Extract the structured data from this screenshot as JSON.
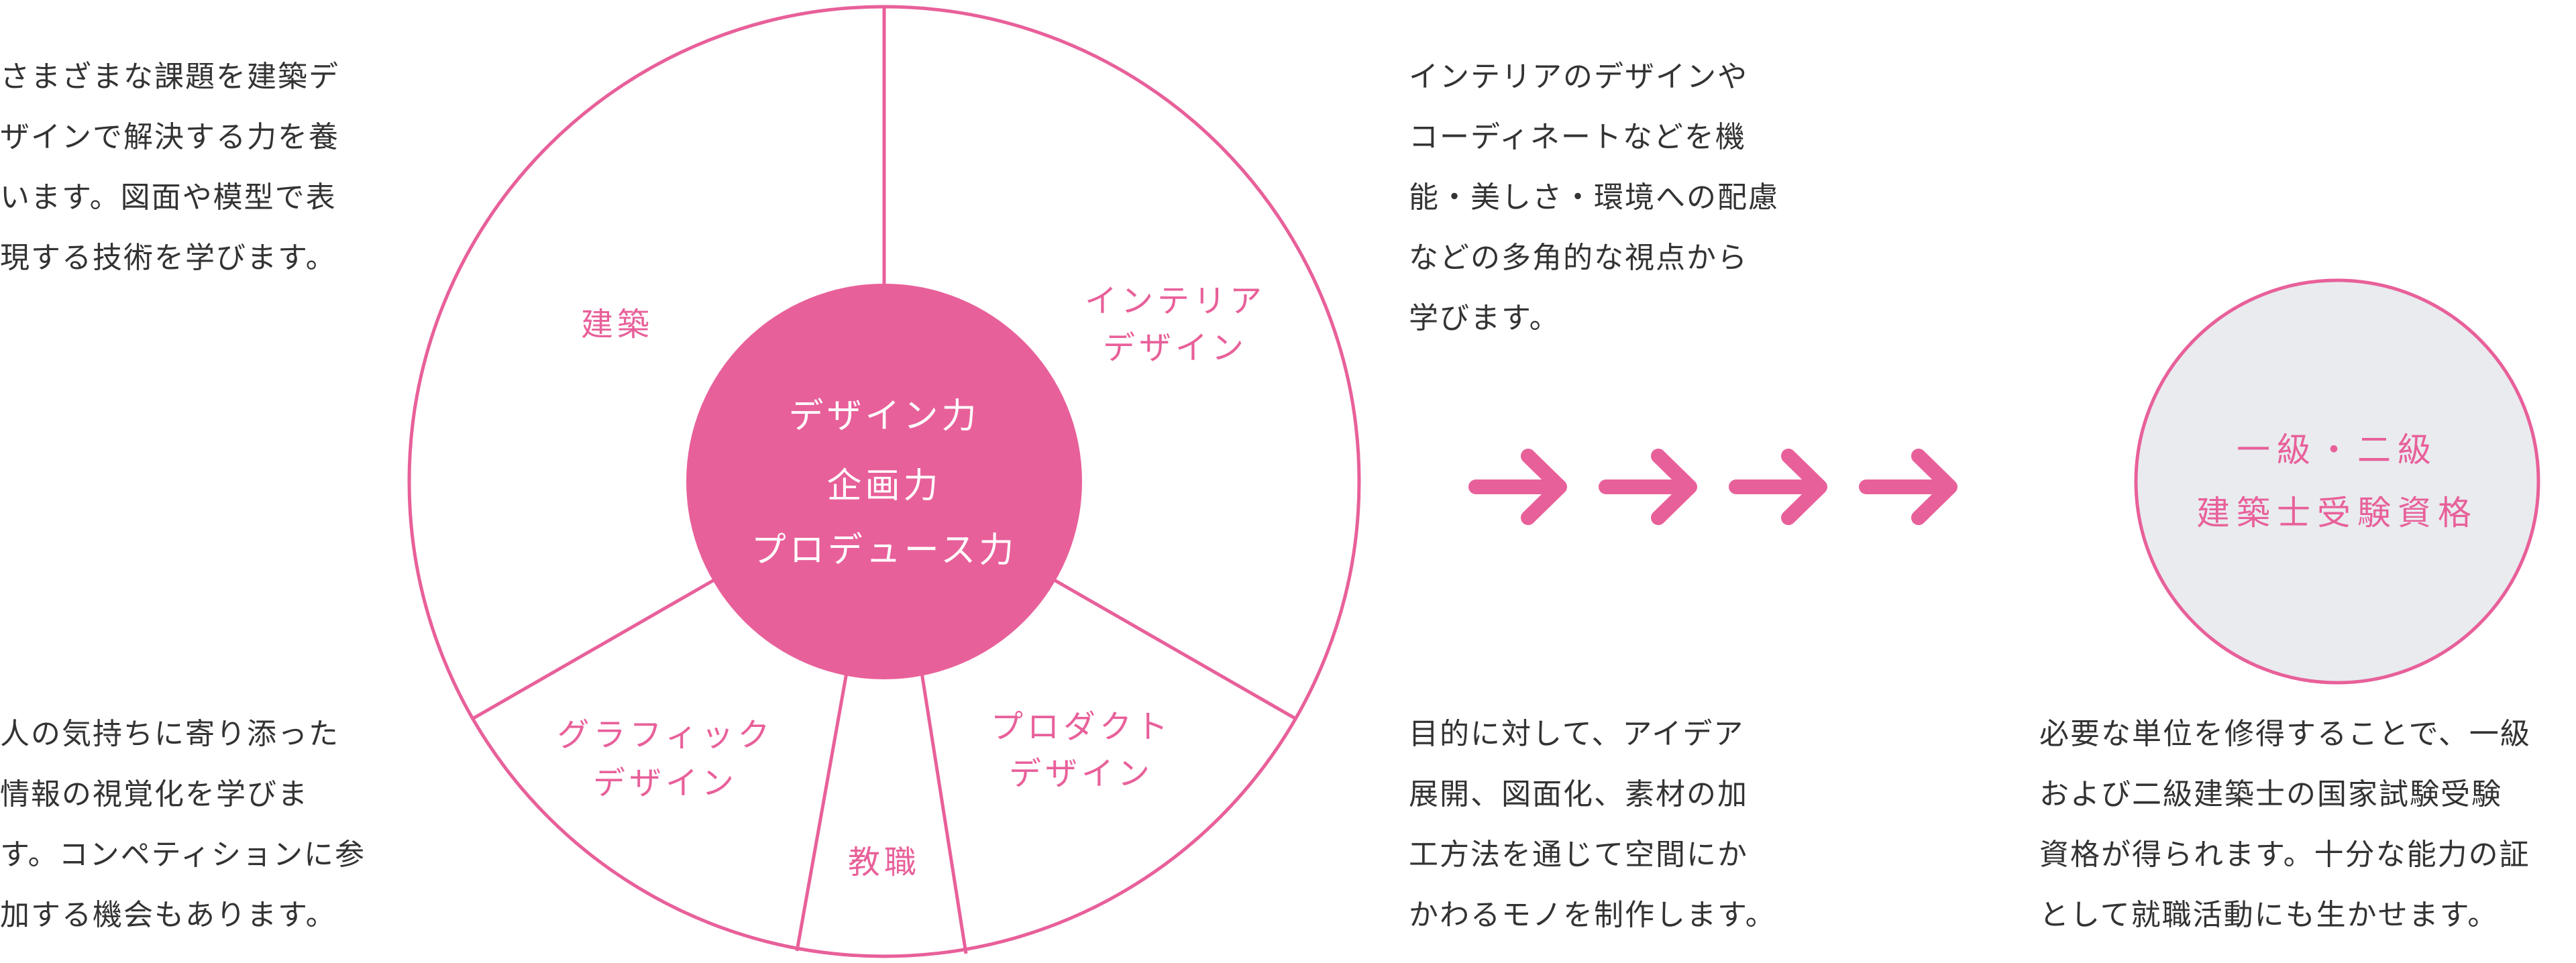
{
  "colors": {
    "accent": "#e8609a",
    "text": "#333333",
    "center_text": "#ffffff",
    "license_fill": "#e9ebef",
    "license_stroke": "#e8609a"
  },
  "center": {
    "lines": [
      "デザイン力",
      "企画力",
      "プロデュース力"
    ]
  },
  "segments": {
    "architecture": [
      "建築"
    ],
    "interior": [
      "インテリア",
      "デザイン"
    ],
    "graphic": [
      "グラフィック",
      "デザイン"
    ],
    "teaching": [
      "教職"
    ],
    "product": [
      "プロダクト",
      "デザイン"
    ]
  },
  "descriptions": {
    "architecture": [
      "さまざまな課題を建築デ",
      "ザインで解決する力を養",
      "います。図面や模型で表",
      "現する技術を学びます。"
    ],
    "interior": [
      "インテリアのデザインや",
      "コーディネートなどを機",
      "能・美しさ・環境への配慮",
      "などの多角的な視点から",
      "学びます。"
    ],
    "graphic": [
      "人の気持ちに寄り添った",
      "情報の視覚化を学びま",
      "す。コンペティションに参",
      "加する機会もあります。"
    ],
    "product": [
      "目的に対して、アイデア",
      "展開、図面化、素材の加",
      "工方法を通じて空間にか",
      "かわるモノを制作します。"
    ],
    "license": [
      "必要な単位を修得することで、一級",
      "および二級建築士の国家試験受験",
      "資格が得られます。十分な能力の証",
      "として就職活動にも生かせます。"
    ]
  },
  "arrows": {
    "count": 4,
    "icon": "arrow-right-icon"
  },
  "license": {
    "lines": [
      "一級・二級",
      "建築士受験資格"
    ]
  }
}
